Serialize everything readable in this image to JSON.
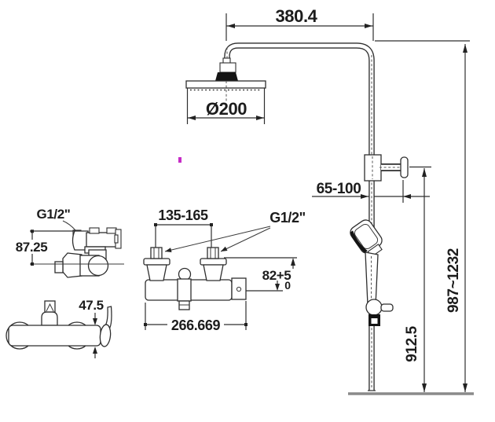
{
  "figure": {
    "type": "technical-dimension-drawing",
    "subject": "shower-column-and-mixer",
    "colors": {
      "line": "#2e2e2e",
      "baseline": "#8a8a8a",
      "artifact": "#c62cc6"
    },
    "labels": {
      "arm_length": "380.4",
      "head_diameter": "Ø200",
      "wall_distance": "65-100",
      "overall_height": "987~1232",
      "column_height": "912.5",
      "thread_side": "G1/2\"",
      "thread_inlets": "G1/2\"",
      "inlet_spacing": "135-165",
      "outlet_dim": "82+5",
      "outlet_tol": "0",
      "body_length": "266.669",
      "side_offset": "87.25",
      "body_height": "47.5"
    }
  }
}
